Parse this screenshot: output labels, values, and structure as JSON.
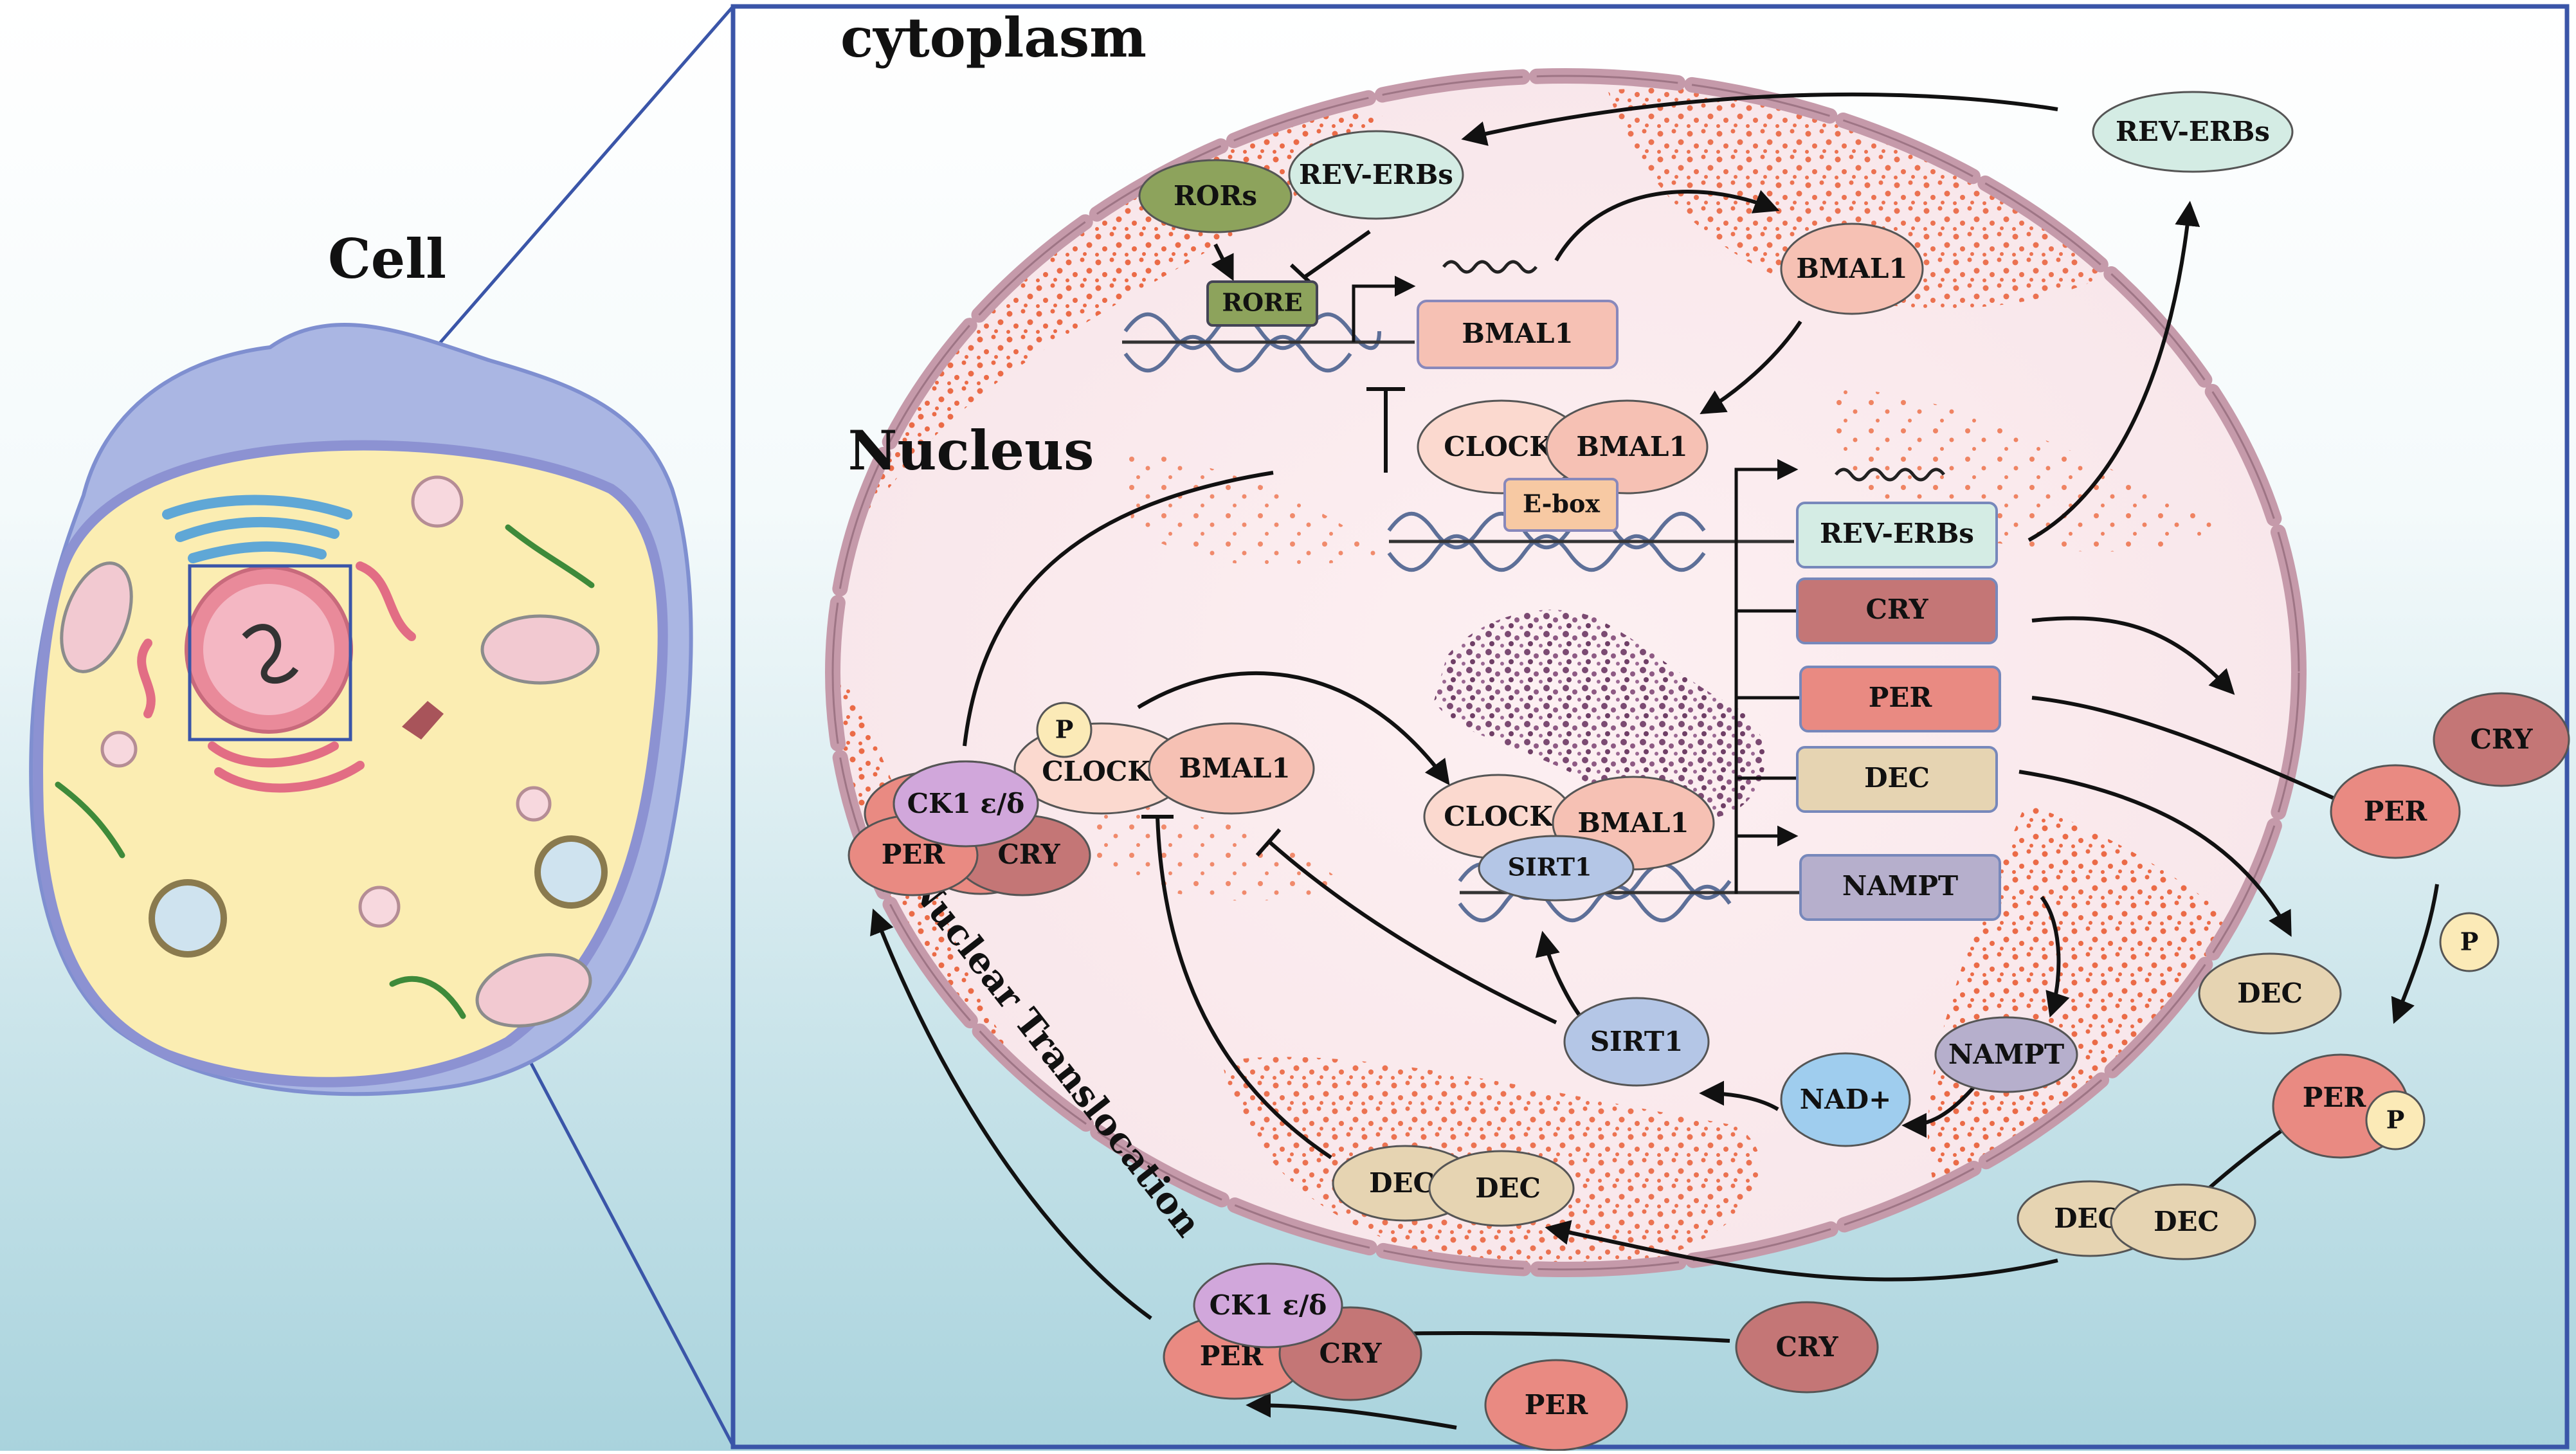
{
  "labels": {
    "cell": "Cell",
    "cytoplasm": "cytoplasm",
    "nucleus": "Nucleus",
    "nuclear_translocation": "Nuclear Translocation"
  },
  "nodes": {
    "rev_erbs_out": "REV-ERBs",
    "rors": "RORs",
    "rev_erbs_in": "REV-ERBs",
    "rore": "RORE",
    "bmal1_gene": "BMAL1",
    "bmal1_protein": "BMAL1",
    "clock_top": "CLOCK",
    "bmal1_top": "BMAL1",
    "ebox": "E-box",
    "rev_erbs_gene": "REV-ERBs",
    "cry_gene": "CRY",
    "per_gene": "PER",
    "dec_gene": "DEC",
    "nampt_gene": "NAMPT",
    "p_small": "P",
    "clock_mid": "CLOCK",
    "bmal1_mid": "BMAL1",
    "clock_center": "CLOCK",
    "bmal1_center": "BMAL1",
    "sirt1_bound": "SIRT1",
    "ck1_in": "CK1 ε/δ",
    "per_in": "PER",
    "cry_in": "CRY",
    "sirt1": "SIRT1",
    "nampt": "NAMPT",
    "nad": "NAD+",
    "dec_in_a": "DEC",
    "dec_in_b": "DEC",
    "cry_out": "CRY",
    "per_out": "PER",
    "p_out": "P",
    "dec_out": "DEC",
    "per_p_out": "PER",
    "p_on_per": "P",
    "dec_out_a": "DEC",
    "dec_out_b": "DEC",
    "ck1_out": "CK1 ε/δ",
    "per_bottom_complex": "PER",
    "cry_bottom_complex": "CRY",
    "cry_bottom": "CRY",
    "per_bottom": "PER"
  },
  "colors": {
    "bg_gradient_top": "#ffffff",
    "bg_gradient_bottom": "#a9d3dd",
    "frame": "#3a55a8",
    "nucleus_dots": "#e8552a",
    "envelope": "#c59aaa",
    "rev_erbs": "#d4ece4",
    "rors": "#8da35c",
    "bmal1": "#f6c1b4",
    "clock": "#fbd9cf",
    "cry": "#c47676",
    "per": "#e98a82",
    "dec": "#e6d4b2",
    "nampt": "#b6afcc",
    "sirt1": "#b4c6e6",
    "nad": "#9fcdee",
    "ck1": "#d1a7db",
    "p": "#fbeab7"
  }
}
